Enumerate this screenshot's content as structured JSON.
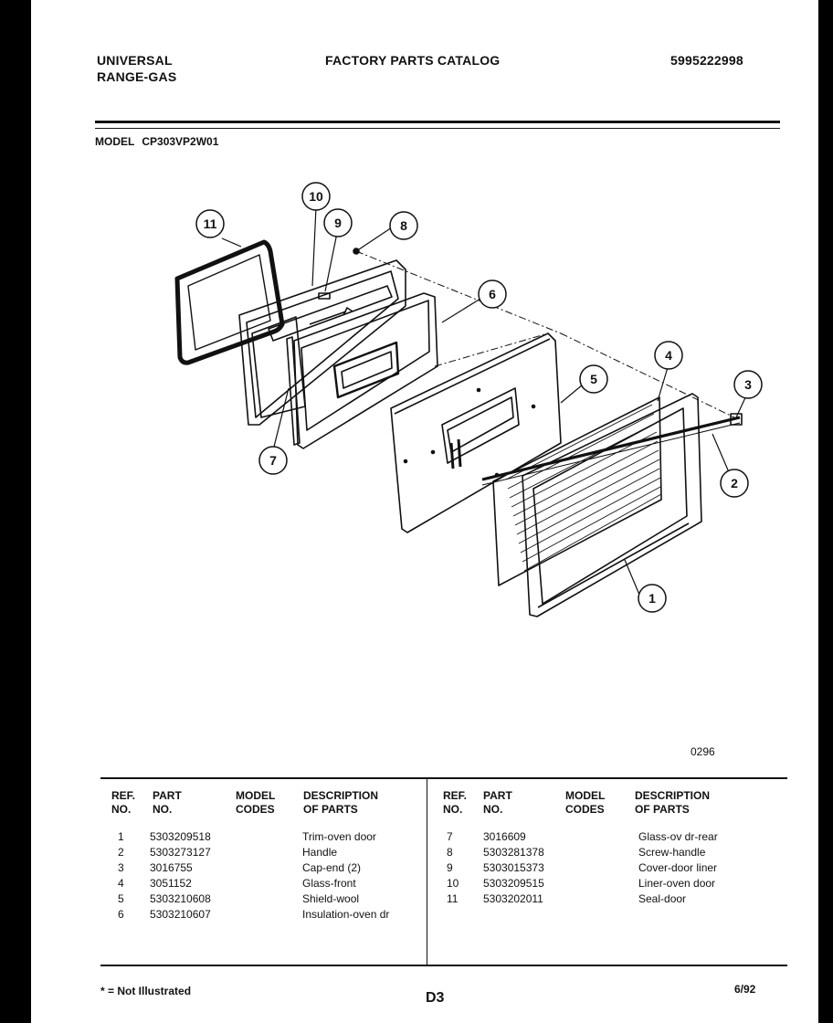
{
  "header": {
    "brand_line1": "UNIVERSAL",
    "brand_line2": "RANGE-GAS",
    "title": "FACTORY PARTS CATALOG",
    "catalog_number": "5995222998"
  },
  "model": {
    "label": "MODEL",
    "number": "CP303VP2W01"
  },
  "diagram": {
    "callouts": [
      "1",
      "2",
      "3",
      "4",
      "5",
      "6",
      "7",
      "8",
      "9",
      "10",
      "11"
    ]
  },
  "page_ref": "0296",
  "table": {
    "headers": {
      "ref_no": "REF.\nNO.",
      "part_no": "PART\nNO.",
      "model_codes": "MODEL\nCODES",
      "description": "DESCRIPTION\nOF PARTS"
    },
    "left_rows": [
      {
        "ref": "1",
        "part": "5303209518",
        "desc": "Trim-oven door"
      },
      {
        "ref": "2",
        "part": "5303273127",
        "desc": "Handle"
      },
      {
        "ref": "3",
        "part": "3016755",
        "desc": "Cap-end (2)"
      },
      {
        "ref": "4",
        "part": "3051152",
        "desc": "Glass-front"
      },
      {
        "ref": "5",
        "part": "5303210608",
        "desc": "Shield-wool"
      },
      {
        "ref": "6",
        "part": "5303210607",
        "desc": "Insulation-oven dr"
      }
    ],
    "right_rows": [
      {
        "ref": "7",
        "part": "3016609",
        "desc": "Glass-ov dr-rear"
      },
      {
        "ref": "8",
        "part": "5303281378",
        "desc": "Screw-handle"
      },
      {
        "ref": "9",
        "part": "5303015373",
        "desc": "Cover-door liner"
      },
      {
        "ref": "10",
        "part": "5303209515",
        "desc": "Liner-oven door"
      },
      {
        "ref": "11",
        "part": "5303202011",
        "desc": "Seal-door"
      }
    ]
  },
  "footer": {
    "note": "* = Not Illustrated",
    "page_code": "D3",
    "date": "6/92"
  }
}
